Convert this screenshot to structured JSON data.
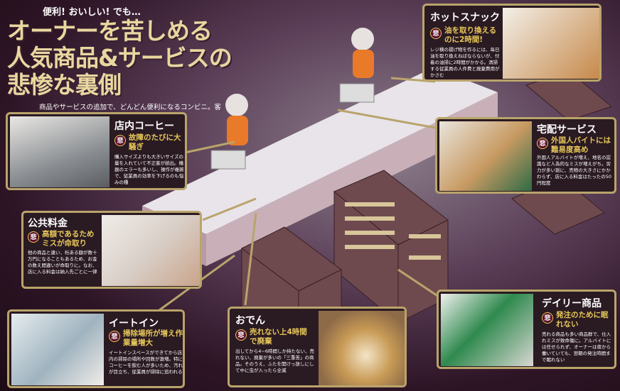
{
  "header": {
    "eyebrow": "便利! おいしい! でも…",
    "headline": [
      "オーナーを苦しめる",
      "人気商品&サービスの",
      "悲惨な裏側"
    ],
    "lede": "商品やサービスの追加で、どんどん便利になるコンビニ。客の“便利”と引き換えに、店の負担は増している。"
  },
  "badge_char": "悲",
  "colors": {
    "frame": "#b9a46b",
    "highlight": "#e7c85a",
    "badge": "#5a0e2a"
  },
  "cards": {
    "hotsnack": {
      "title": "ホットスナック",
      "hi": "油を取り換えるのに2時間!",
      "body": "レジ横の揚げ物を作るには、毎日油を取り換えねばならないが、付着の油掃に2時間がかかる。清掃する従業員の人件費と廃棄費用がかさむ"
    },
    "coffee": {
      "title": "店内コーヒー",
      "hi": "故障のたびに大騒ぎ",
      "body": "購入サイズよりも大きいサイズの量を入れていて不正客が続出。機器のエラーも多いし、操作が複雑で、従業員の効率を下げるのも悩みの種"
    },
    "delivery": {
      "title": "宅配サービス",
      "hi": "外国人バイトには難易度高め",
      "body": "外国人アルバイトが増え、地名の認識など人為的なミスが増えがち。労力が多い割に、売物の大きさにかかわらず、店に入る料金はたったの50円程度"
    },
    "utility": {
      "title": "公共料金",
      "hi": "高額であるためミスが命取り",
      "body": "他の商品と違い、桁ある額が数十万円になることもあるため、お金の数え間違いが命取りに。なお、店に入る料金は納入先ごとに一律"
    },
    "eatin": {
      "title": "イートイン",
      "hi": "掃除場所が増え作業量増大",
      "body": "イートインスペースができてから店内の掃除の場所や回数が激増。特にコーヒーを飲む人が多いため、汚れが目立ち、従業員が掃除に追われる"
    },
    "oden": {
      "title": "おでん",
      "hi": "売れない上4時間で廃棄",
      "body": "出してから4~6時間しか持たない、売れない、廃棄が多いの「三重苦」の商品。そのうえ、ふたを開けっ放しにして中に虫が入ったら全滅"
    },
    "daily": {
      "title": "デイリー商品",
      "hi": "発注のために眠れない",
      "body": "売れる商品も多い商品群で、仕入れミスが致命傷に。アルバイトには任せられず、オーナーは夜から働いていても、翌朝の発注時間まで眠れない"
    }
  }
}
